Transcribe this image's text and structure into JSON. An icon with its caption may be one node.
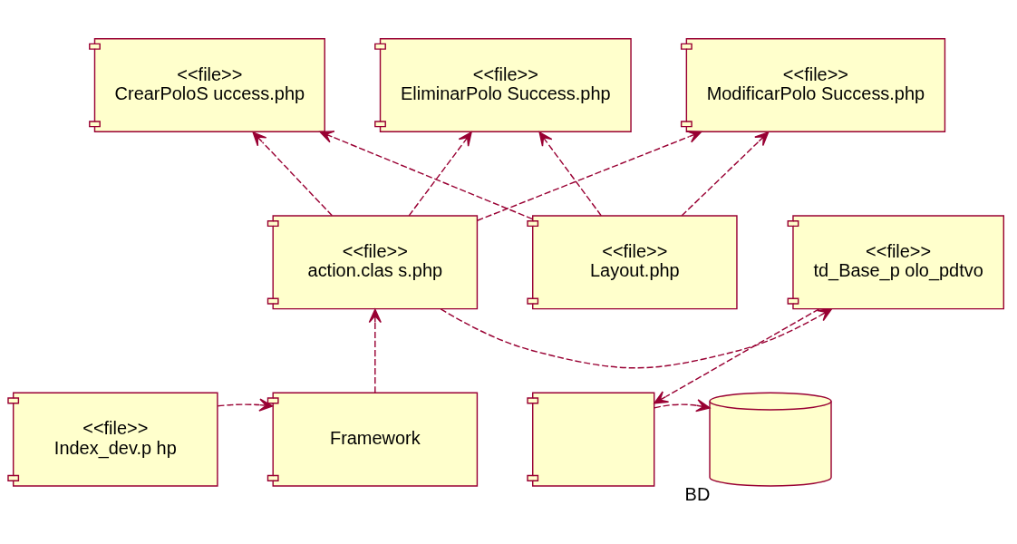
{
  "diagram": {
    "nodes": [
      {
        "text": [
          "<<file>>",
          "CrearPoloS uccess.php"
        ]
      },
      {
        "text": [
          "<<file>>",
          "EliminarPolo Success.php"
        ]
      },
      {
        "text": [
          "<<file>>",
          "ModificarPolo Success.php"
        ]
      },
      {
        "text": [
          "<<file>>",
          "Layout.php"
        ]
      },
      {
        "text": [
          "<<file>>",
          "action.clas s.php"
        ]
      },
      {
        "text": [
          "<<file>>",
          "td_Base_p olo_pdtvo"
        ]
      },
      {
        "text": [
          "<<file>>",
          "Index_dev.p hp"
        ]
      },
      {
        "text": [
          "Framework"
        ]
      },
      {
        "text": [],
        "shape": "component"
      },
      {
        "text": [],
        "shape": "cylinder",
        "beside": [
          "BD"
        ]
      }
    ],
    "edges": [
      {
        "from": 3,
        "to": 0,
        "arrow": "to",
        "style": "dashed"
      },
      {
        "from": 3,
        "to": 1,
        "arrow": "to",
        "style": "dashed"
      },
      {
        "from": 3,
        "to": 2,
        "arrow": "to",
        "style": "dashed"
      },
      {
        "from": 4,
        "to": 0,
        "arrow": "to",
        "style": "dashed"
      },
      {
        "from": 4,
        "to": 1,
        "arrow": "to",
        "style": "dashed"
      },
      {
        "from": 4,
        "to": 2,
        "arrow": "to",
        "style": "dashed"
      },
      {
        "from": 4,
        "to": 5,
        "arrow": "to",
        "style": "dashed"
      },
      {
        "from": 7,
        "to": 4,
        "arrow": "to",
        "style": "dashed"
      },
      {
        "from": 6,
        "to": 7,
        "arrow": "to",
        "style": "dashed"
      },
      {
        "from": 5,
        "to": 8,
        "arrow": "to",
        "style": "dashed"
      },
      {
        "from": 8,
        "to": 9,
        "arrow": "to",
        "style": "dashed"
      }
    ]
  }
}
